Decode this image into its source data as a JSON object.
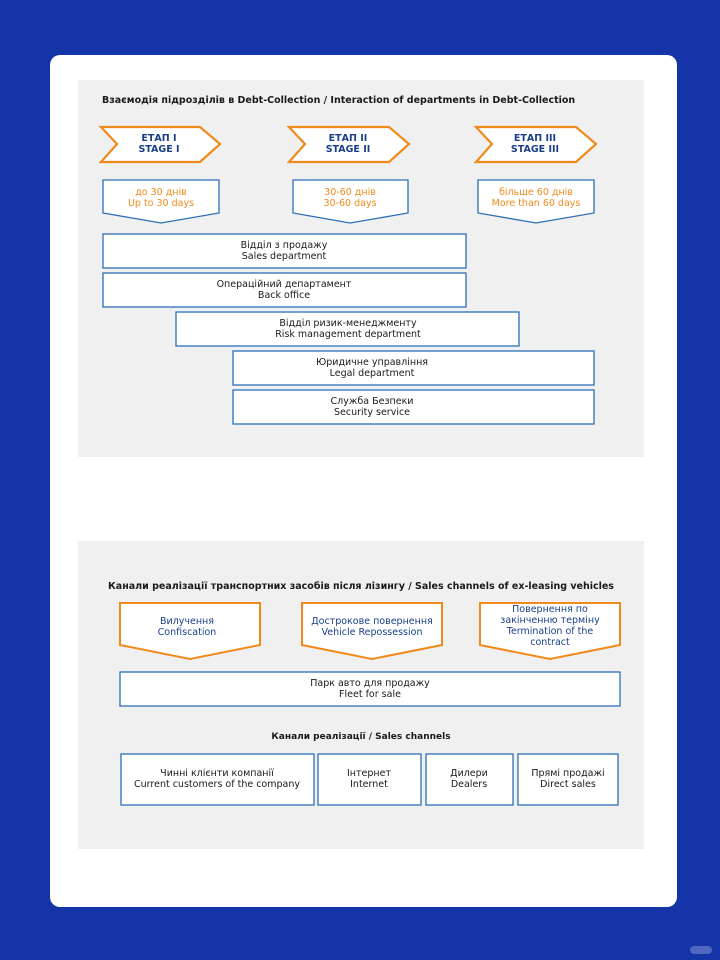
{
  "diagram1": {
    "title": "Взаємодія підрозділів в Debt-Collection / Interaction of departments in Debt-Collection",
    "stages": [
      {
        "ua": "ЕТАП I",
        "en": "STAGE I"
      },
      {
        "ua": "ЕТАП II",
        "en": "STAGE II"
      },
      {
        "ua": "ЕТАП III",
        "en": "STAGE III"
      }
    ],
    "periods": [
      {
        "ua": "до 30 днів",
        "en": "Up to 30 days"
      },
      {
        "ua": "30-60 днів",
        "en": "30-60 days"
      },
      {
        "ua": "більше 60 днів",
        "en": "More than 60 days"
      }
    ],
    "departments": [
      {
        "ua": "Відділ з продажу",
        "en": "Sales department"
      },
      {
        "ua": "Операційний департамент",
        "en": "Back office"
      },
      {
        "ua": "Відділ ризик-менеджменту",
        "en": "Risk management department"
      },
      {
        "ua": "Юридичне управління",
        "en": "Legal department"
      },
      {
        "ua": "Служба Безпеки",
        "en": "Security service"
      }
    ]
  },
  "diagram2": {
    "title": "Канали реалізації транспортних засобів після лізингу / Sales channels of ex-leasing vehicles",
    "sources": [
      {
        "ua": "Вилучення",
        "en": "Confiscation"
      },
      {
        "ua": "Дострокове повернення",
        "en": "Vehicle Repossession"
      },
      {
        "ua": "Повернення по закінченню терміну",
        "en": "Termination of the contract"
      }
    ],
    "fleet": {
      "ua": "Парк авто для продажу",
      "en": "Fleet for sale"
    },
    "channels_title": "Канали реалізації / Sales channels",
    "channels": [
      {
        "ua": "Чинні клієнти компанії",
        "en": "Current customers of the company"
      },
      {
        "ua": "Інтернет",
        "en": "Internet"
      },
      {
        "ua": "Дилери",
        "en": "Dealers"
      },
      {
        "ua": "Прямі продажі",
        "en": "Direct sales"
      }
    ]
  },
  "colors": {
    "background": "#1434a8",
    "orange": "#f08a1c",
    "blue_border": "#2d6fb8",
    "blue_text": "#1a3f8a"
  }
}
